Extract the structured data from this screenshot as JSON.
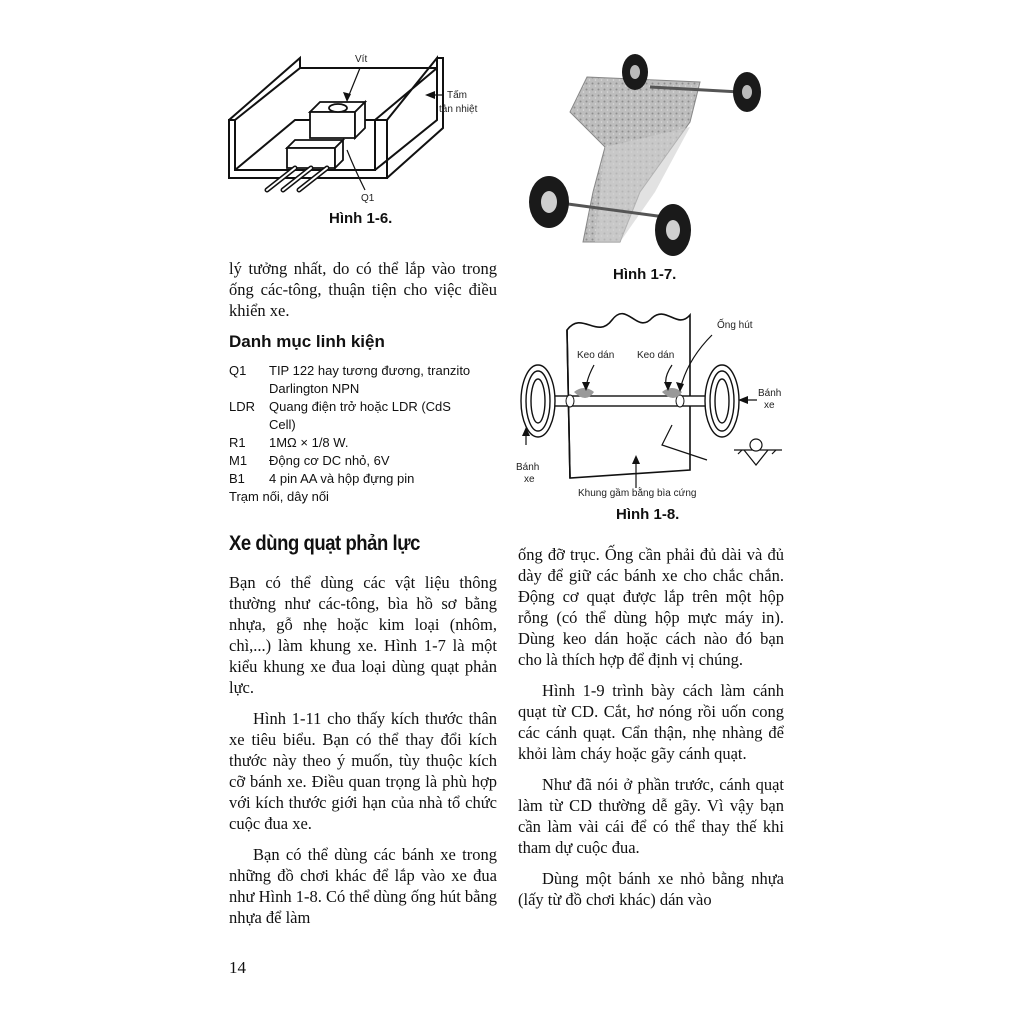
{
  "figures": {
    "fig16": {
      "caption": "Hình 1-6.",
      "label_vit": "Vít",
      "label_tam": "Tấm",
      "label_tannhiet": "tản nhiệt",
      "label_q1": "Q1"
    },
    "fig17": {
      "caption": "Hình 1-7."
    },
    "fig18": {
      "caption": "Hình 1-8.",
      "label_onghut": "Ống hút",
      "label_keodan1": "Keo dán",
      "label_keodan2": "Keo dán",
      "label_banh": "Bánh",
      "label_xe": "xe",
      "label_banh_left": "Bánh",
      "label_xe_left": "xe",
      "label_khung": "Khung gầm bằng bìa cứng"
    }
  },
  "left_column": {
    "intro_text": "lý tưởng nhất, do có thể lắp vào trong ống các-tông, thuận tiện cho việc điều khiển xe.",
    "parts_heading": "Danh mục linh kiện",
    "parts": [
      {
        "code": "Q1",
        "desc": "TIP 122 hay tương đương, tranzito Darlington NPN"
      },
      {
        "code": "LDR",
        "desc": "Quang điện trở hoặc LDR (CdS Cell)"
      },
      {
        "code": "R1",
        "desc": "1MΩ × 1/8 W."
      },
      {
        "code": "M1",
        "desc": "Động cơ DC nhỏ, 6V"
      },
      {
        "code": "B1",
        "desc": "4 pin AA và hộp đựng pin"
      }
    ],
    "parts_last": "Trạm nối, dây nối",
    "section_heading": "Xe dùng quạt phản lực",
    "paragraphs": [
      "Bạn có thể dùng các vật liệu thông thường như các-tông, bìa hồ sơ bằng nhựa, gỗ nhẹ hoặc kim loại (nhôm, chì,...) làm khung xe. Hình 1-7 là một kiểu khung xe đua loại dùng quạt phản lực.",
      "Hình 1-11 cho thấy kích thước thân xe tiêu biểu. Bạn có thể thay đổi kích thước này theo ý muốn, tùy thuộc kích cỡ bánh xe. Điều quan trọng là phù hợp với kích thước giới hạn của nhà tổ chức cuộc đua xe.",
      "Bạn có thể dùng các bánh xe trong những đồ chơi khác để lắp vào xe đua như Hình 1-8. Có thể dùng ống hút bằng nhựa để làm"
    ]
  },
  "right_column": {
    "paragraphs": [
      "ống đỡ trục. Ống cần phải đủ dài và đủ dày để giữ các bánh xe cho chắc chắn. Động cơ quạt được lắp trên một hộp rỗng (có thể dùng hộp mực máy in). Dùng keo dán hoặc cách nào đó bạn cho là thích hợp để định vị chúng.",
      "Hình 1-9 trình bày cách làm cánh quạt từ CD. Cắt, hơ nóng rồi uốn cong các cánh quạt. Cẩn thận, nhẹ nhàng để khỏi làm cháy hoặc gãy cánh quạt.",
      "Như đã nói ở phần trước, cánh quạt làm từ CD thường dễ gãy. Vì vậy bạn cần làm vài cái để có thể thay thế khi tham dự cuộc đua.",
      "Dùng một bánh xe nhỏ bằng nhựa (lấy từ đồ chơi khác) dán vào"
    ]
  },
  "page_number": "14"
}
